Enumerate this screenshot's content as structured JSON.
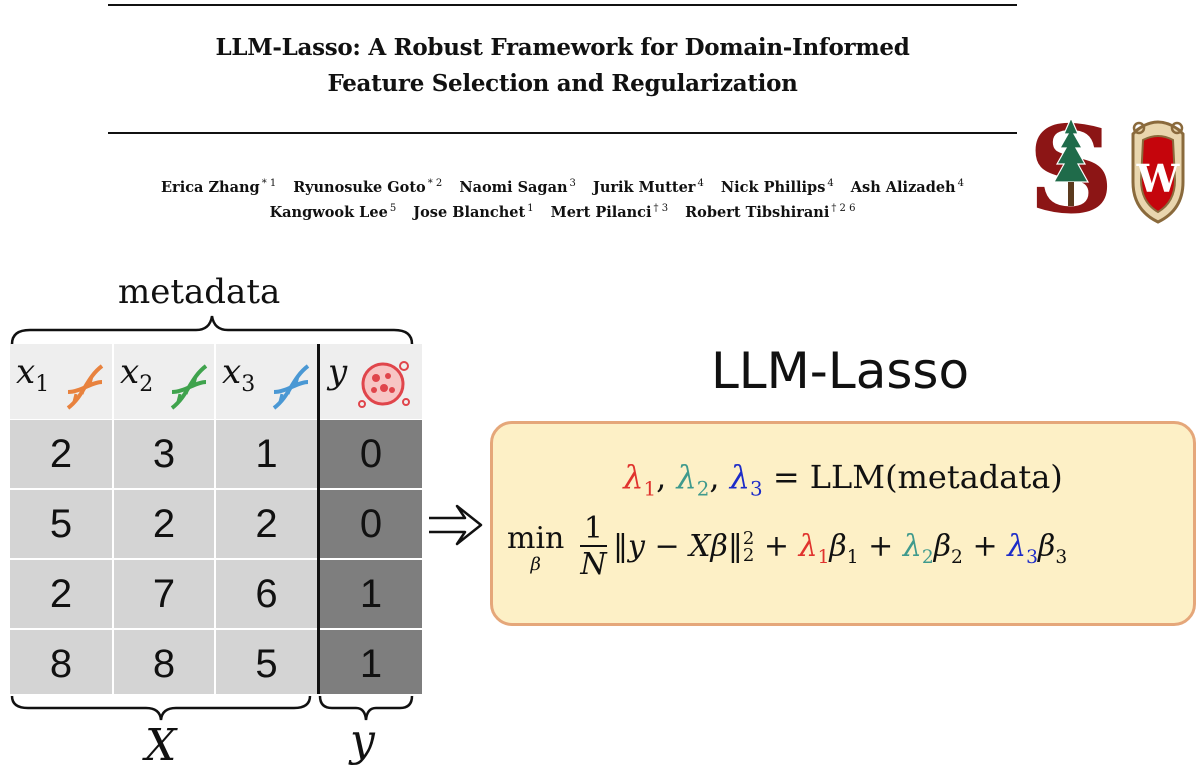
{
  "paper": {
    "title_line1": "LLM-Lasso: A Robust Framework for Domain-Informed",
    "title_line2": "Feature Selection and Regularization",
    "authors_line1": [
      {
        "name": "Erica Zhang",
        "sup": "* 1"
      },
      {
        "name": "Ryunosuke Goto",
        "sup": "* 2"
      },
      {
        "name": "Naomi Sagan",
        "sup": "3"
      },
      {
        "name": "Jurik Mutter",
        "sup": "4"
      },
      {
        "name": "Nick Phillips",
        "sup": "4"
      },
      {
        "name": "Ash Alizadeh",
        "sup": "4"
      }
    ],
    "authors_line2": [
      {
        "name": "Kangwook Lee",
        "sup": "5"
      },
      {
        "name": "Jose Blanchet",
        "sup": "1"
      },
      {
        "name": "Mert Pilanci",
        "sup": "† 3"
      },
      {
        "name": "Robert Tibshirani",
        "sup": "† 2 6"
      }
    ]
  },
  "logos": {
    "stanford_letter": "S",
    "wisconsin_letter": "W",
    "stanford_color": "#8c1515",
    "wisconsin_color": "#c5050c"
  },
  "figure": {
    "metadata_label": "metadata",
    "columns": [
      {
        "var": "x",
        "sub": "1",
        "icon": "dna-icon",
        "color": "#e8823e"
      },
      {
        "var": "x",
        "sub": "2",
        "icon": "dna-icon",
        "color": "#3fa34d"
      },
      {
        "var": "x",
        "sub": "3",
        "icon": "dna-icon",
        "color": "#4a98d4"
      }
    ],
    "target": {
      "var": "y",
      "icon": "tumor-cell-icon",
      "color": "#e0454b"
    },
    "rows": [
      {
        "x": [
          "2",
          "3",
          "1"
        ],
        "y": "0"
      },
      {
        "x": [
          "5",
          "2",
          "2"
        ],
        "y": "0"
      },
      {
        "x": [
          "2",
          "7",
          "6"
        ],
        "y": "1"
      },
      {
        "x": [
          "8",
          "8",
          "5"
        ],
        "y": "1"
      }
    ],
    "X_label": "X",
    "y_label": "y",
    "method_title": "LLM-Lasso",
    "eq1": {
      "lam1": "λ",
      "lam2": "λ",
      "lam3": "λ",
      "sub1": "1",
      "sub2": "2",
      "sub3": "3",
      "sep": ",",
      "rhs": "= LLM(metadata)"
    },
    "eq2": {
      "min": "min",
      "min_sub": "β",
      "frac_num": "1",
      "frac_den": "N",
      "norm": "‖y − Xβ‖",
      "norm_sub": "2",
      "norm_sup": "2",
      "plus": "+",
      "beta": "β"
    },
    "colors": {
      "lambda1": "#e0332e",
      "lambda2": "#3f9a8d",
      "lambda3": "#1d2cc8",
      "box_bg": "#fdf0c6",
      "box_border": "#e5a77a"
    }
  }
}
